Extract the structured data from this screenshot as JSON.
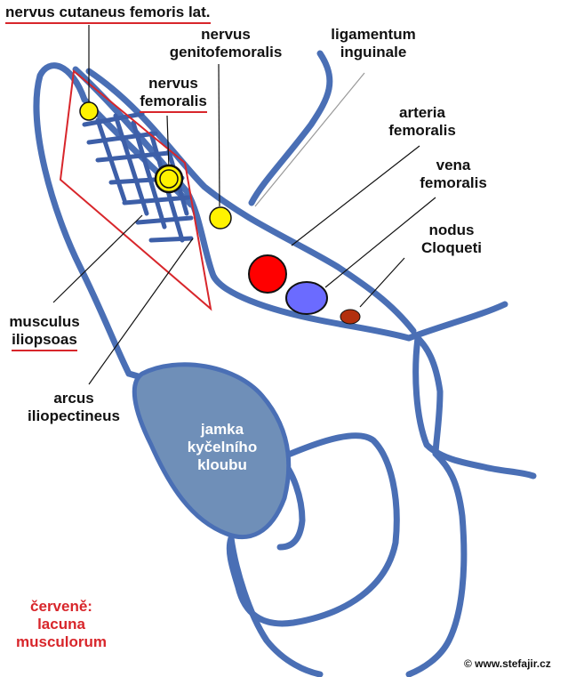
{
  "labels": {
    "nervus_cutaneus": "nervus cutaneus femoris lat.",
    "nervus_genitofemoralis_1": "nervus",
    "nervus_genitofemoralis_2": "genitofemoralis",
    "nervus_femoralis_1": "nervus",
    "nervus_femoralis_2": "femoralis",
    "ligamentum_1": "ligamentum",
    "ligamentum_2": "inguinale",
    "arteria_1": "arteria",
    "arteria_2": "femoralis",
    "vena_1": "vena",
    "vena_2": "femoralis",
    "nodus_1": "nodus",
    "nodus_2": "Cloqueti",
    "musculus_1": "musculus",
    "musculus_2": "iliopsoas",
    "arcus_1": "arcus",
    "arcus_2": "iliopectineus",
    "jamka_1": "jamka",
    "jamka_2": "kyčelního",
    "jamka_3": "kloubu",
    "legend_1": "červeně:",
    "legend_2": "lacuna",
    "legend_3": "musculorum",
    "copyright": "© www.stefajir.cz"
  },
  "colors": {
    "bone_outline": "#4a6fb5",
    "acetabulum_fill": "#6f8fb8",
    "lacuna_musculorum": "#d8262b",
    "nerve": "#fff200",
    "artery": "#ff0000",
    "vein": "#6b6bff",
    "lymph_node": "#b3300e",
    "muscle_hatch": "#3d5fa8"
  }
}
